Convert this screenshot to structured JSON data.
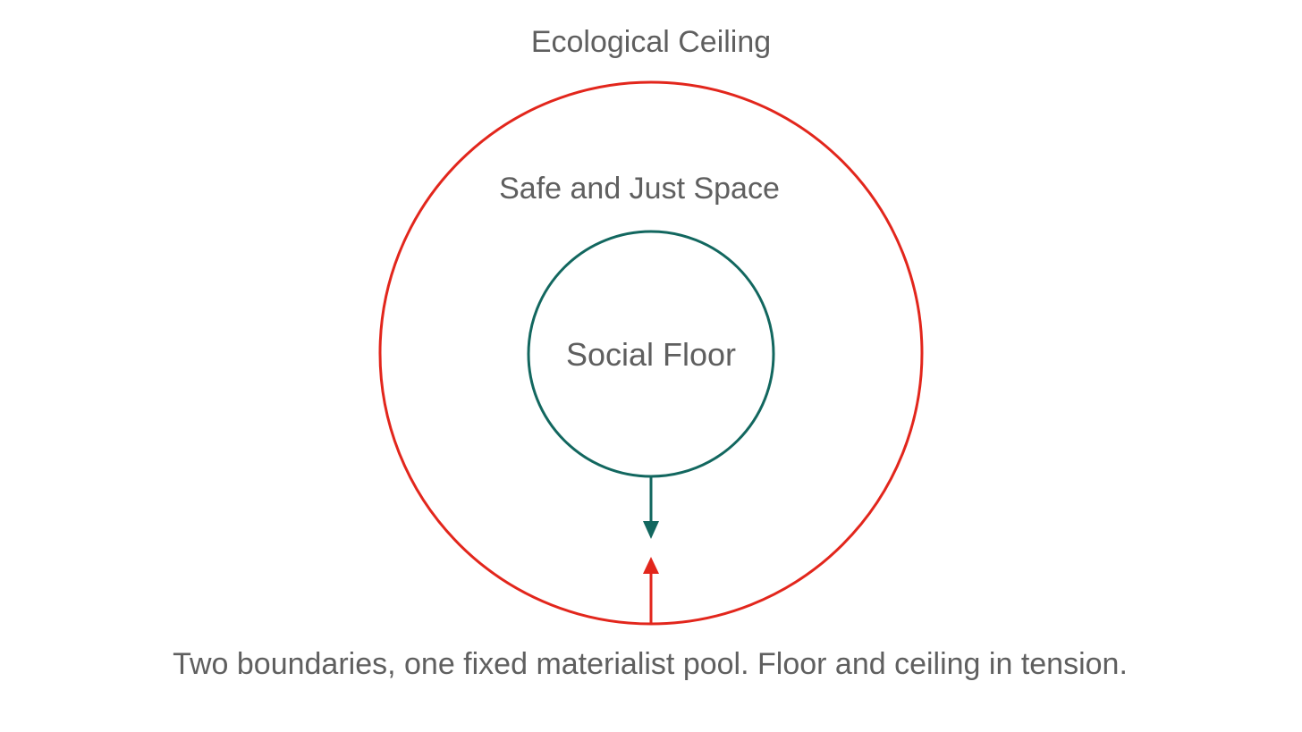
{
  "labels": {
    "ceiling": "Ecological Ceiling",
    "space": "Safe and Just Space",
    "floor": "Social Floor",
    "caption": "Two boundaries, one fixed materialist pool. Floor and ceiling in tension."
  },
  "colors": {
    "ceiling": "#e2261c",
    "floor": "#12675f",
    "text": "#5f5f5f",
    "background": "#ffffff"
  }
}
